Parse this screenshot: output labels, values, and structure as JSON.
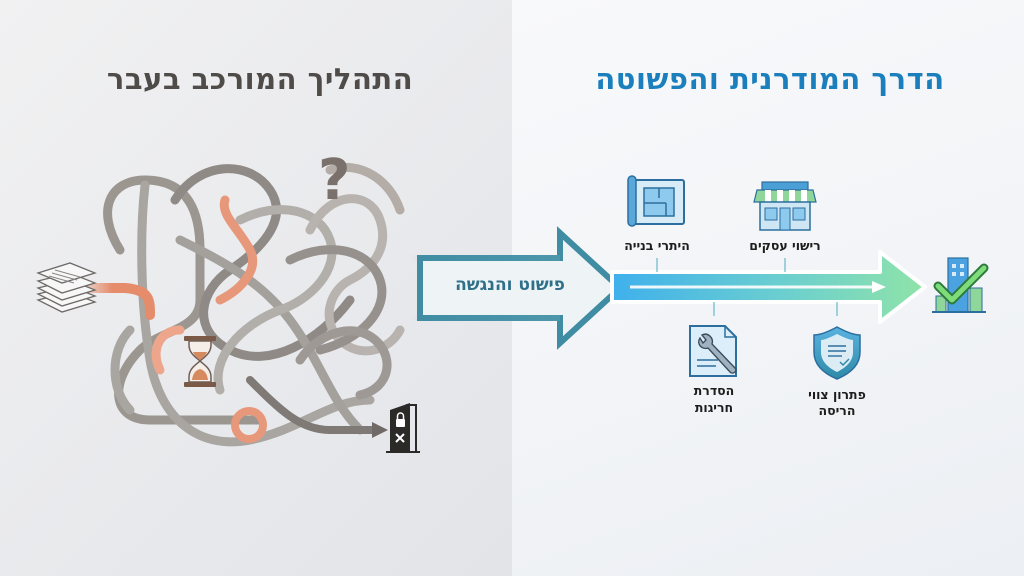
{
  "left_panel": {
    "title": "התהליך המורכב בעבר",
    "icons": [
      "document-stack-icon",
      "question-mark-icon",
      "hourglass-icon",
      "locked-door-icon"
    ],
    "question_glyph": "?",
    "colors": {
      "title": "#4e4b49",
      "path_gray": "#8f8a86",
      "path_orange": "#e58c6a"
    }
  },
  "transition_arrow": {
    "label": "פישוט והנגשה",
    "colors": {
      "outline": "#3f8ca3",
      "fill": "#eef3f6",
      "text": "#2f6f88"
    }
  },
  "right_panel": {
    "title": "הדרך המודרנית והפשוטה",
    "colors": {
      "title": "#1c7fbd",
      "arrow_start": "#3fb0ec",
      "arrow_end": "#8fe3a8"
    },
    "steps_top": [
      {
        "label": "היתרי בנייה",
        "icon": "blueprint-icon"
      },
      {
        "label": "רישוי עסקים",
        "icon": "storefront-icon"
      }
    ],
    "steps_bottom": [
      {
        "line1": "הסדרת",
        "line2": "חריגות",
        "icon": "document-wrench-icon"
      },
      {
        "line1": "פתרון צווי",
        "line2": "הריסה",
        "icon": "shield-document-icon"
      }
    ],
    "destination_icon": "building-checkmark-icon"
  }
}
